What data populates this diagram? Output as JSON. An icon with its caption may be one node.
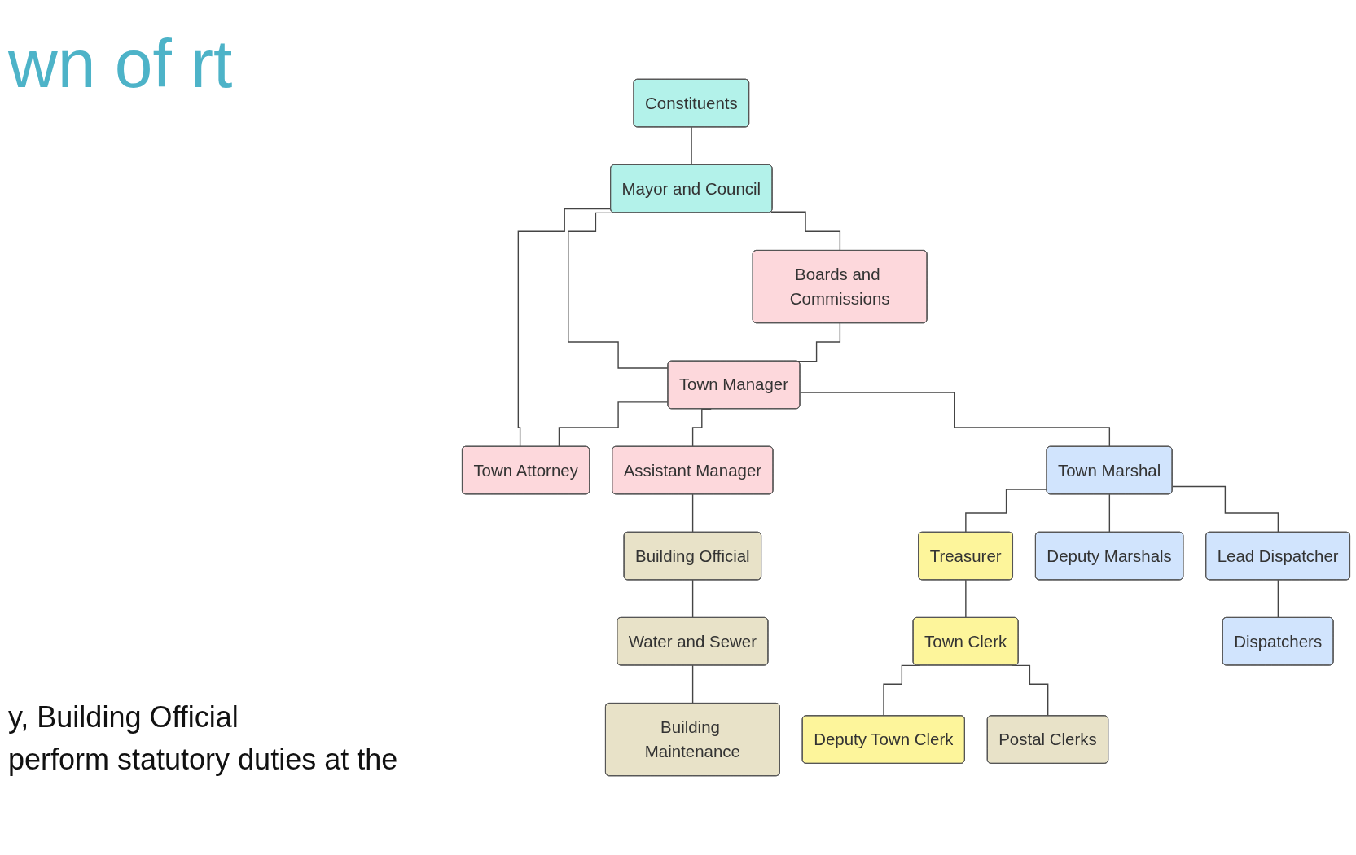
{
  "diagram": {
    "title": "wn of rt",
    "nodes": [
      {
        "text": [
          "Constituents"
        ]
      },
      {
        "text": [
          "Mayor and Council"
        ]
      },
      {
        "text": [
          "Boards and Commissions"
        ]
      },
      {
        "text": [
          "Town Manager"
        ]
      },
      {
        "text": [
          "Town Attorney"
        ]
      },
      {
        "text": [
          "Building Maintenance"
        ]
      },
      {
        "text": [
          "Water and Sewer"
        ]
      },
      {
        "text": [
          "Building Official"
        ]
      },
      {
        "text": [
          "Assistant Manager"
        ]
      },
      {
        "text": [
          "Town Marshal"
        ]
      },
      {
        "text": [
          "Treasurer"
        ]
      },
      {
        "text": [
          "Town Clerk"
        ]
      },
      {
        "text": [
          "Deputy Marshals"
        ]
      },
      {
        "text": [
          "Lead Dispatcher"
        ]
      },
      {
        "text": [
          "Deputy Town Clerk"
        ]
      },
      {
        "text": [
          "Postal Clerks"
        ]
      },
      {
        "text": [
          "Dispatchers"
        ]
      }
    ],
    "edges": [
      {
        "from": 0,
        "to": 1,
        "arrow": "none"
      },
      {
        "from": 1,
        "to": 2,
        "arrow": "none"
      },
      {
        "from": 1,
        "to": 3,
        "arrow": "none"
      },
      {
        "from": 1,
        "to": 4,
        "arrow": "none"
      },
      {
        "from": 2,
        "to": 3,
        "arrow": "none"
      },
      {
        "from": 3,
        "to": 4,
        "arrow": "none"
      },
      {
        "from": 3,
        "to": 8,
        "arrow": "none"
      },
      {
        "from": 3,
        "to": 9,
        "arrow": "none"
      },
      {
        "from": 8,
        "to": 7,
        "arrow": "none"
      },
      {
        "from": 7,
        "to": 6,
        "arrow": "none"
      },
      {
        "from": 6,
        "to": 5,
        "arrow": "none"
      },
      {
        "from": 9,
        "to": 10,
        "arrow": "none"
      },
      {
        "from": 10,
        "to": 11,
        "arrow": "none"
      },
      {
        "from": 9,
        "to": 12,
        "arrow": "none"
      },
      {
        "from": 9,
        "to": 13,
        "arrow": "none"
      },
      {
        "from": 13,
        "to": 16,
        "arrow": "none"
      },
      {
        "from": 11,
        "to": 14,
        "arrow": "none"
      },
      {
        "from": 11,
        "to": 15,
        "arrow": "none"
      }
    ],
    "labels": [
      "y, Building Official",
      "perform statutory duties at the"
    ]
  }
}
